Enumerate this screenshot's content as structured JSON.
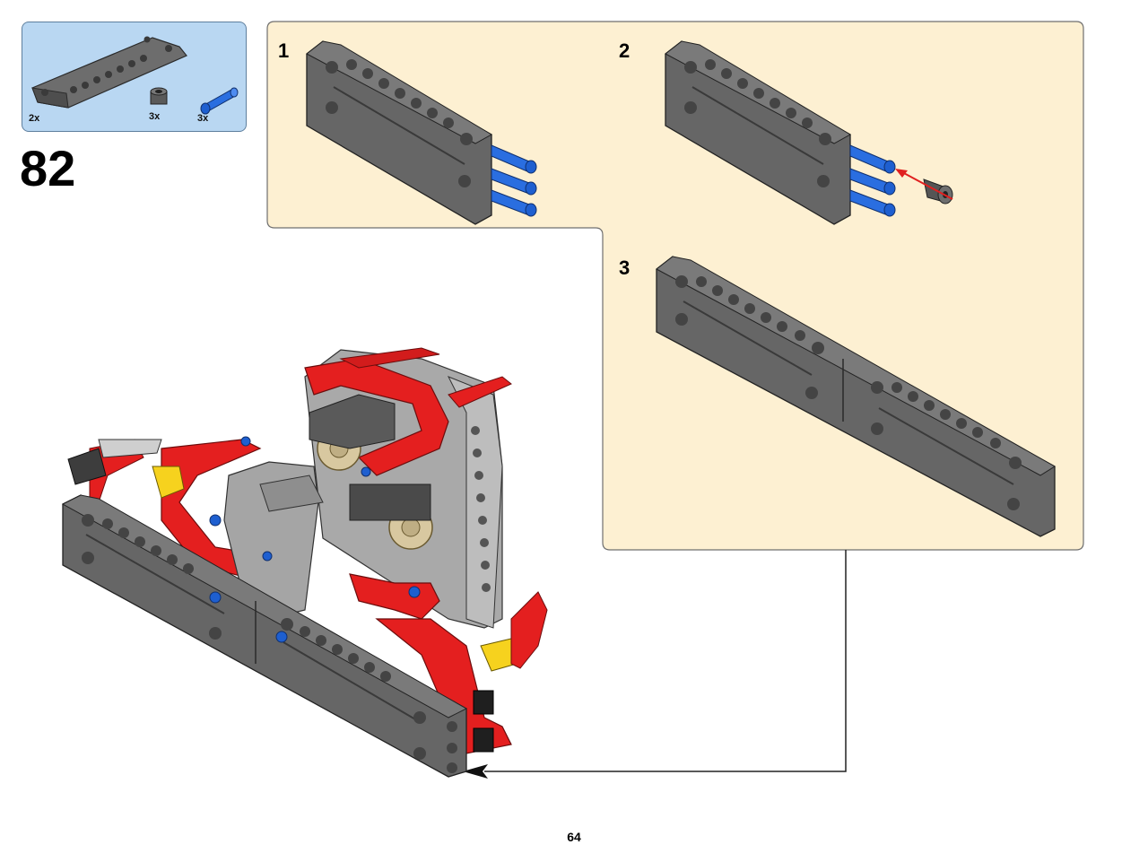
{
  "step": {
    "number": "82",
    "parts": [
      {
        "icon": "long-beam-panel-icon",
        "qty": "2x"
      },
      {
        "icon": "bush-icon",
        "qty": "3x"
      },
      {
        "icon": "blue-pin-icon",
        "qty": "3x"
      }
    ],
    "substeps": [
      {
        "label": "1"
      },
      {
        "label": "2"
      },
      {
        "label": "3"
      }
    ]
  },
  "page": {
    "number": "64"
  },
  "colors": {
    "subassembly_bg": "#fdf0d2",
    "parts_bg": "#b9d7f2",
    "beam_gray": "#6b6b6b",
    "pin_blue": "#1e5fd0",
    "frame_red": "#e41f1f",
    "arrow_red": "#e02020"
  }
}
